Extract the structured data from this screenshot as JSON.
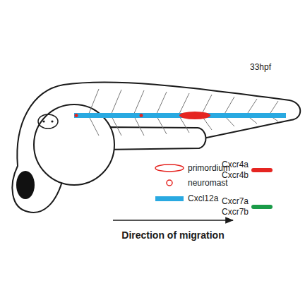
{
  "diagram": {
    "labels": [
      "33hpf",
      "Direction of migration"
    ],
    "legend": [
      {
        "text": "primordium"
      },
      {
        "text": "neuromast"
      },
      {
        "text": "Cxcl12a",
        "color": "#29a9e1"
      },
      {
        "text": "Cxcr4a Cxcr4b",
        "color": "#e52521"
      },
      {
        "text": "Cxcr7a Cxcr7b",
        "color": "#1a9b48"
      }
    ]
  }
}
